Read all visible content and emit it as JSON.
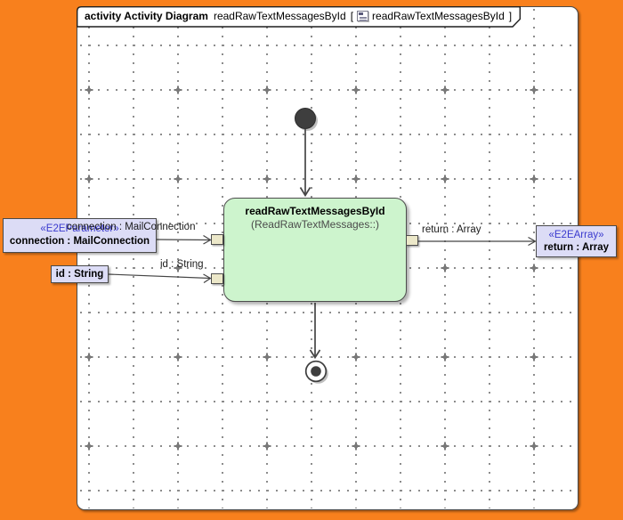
{
  "frame_tab": {
    "kind": "activity Activity Diagram",
    "name": "readRawTextMessagesById",
    "bracket_open": "[",
    "icon": "activity-diagram-icon",
    "ref": "readRawTextMessagesById",
    "bracket_close": "]"
  },
  "nodes": {
    "activity": {
      "title": "readRawTextMessagesById",
      "subtitle": "(ReadRawTextMessages::)"
    },
    "param_connection": {
      "stereotype": "«E2EParameter»",
      "name": "connection : MailConnection"
    },
    "param_id": {
      "name": "id : String"
    },
    "result": {
      "stereotype": "«E2EArray»",
      "name": "return : Array"
    }
  },
  "edge_labels": {
    "connection": "connection : MailConnection",
    "id": "id : String",
    "return": "return : Array"
  },
  "colors": {
    "background_orange": "#f8801d",
    "canvas_white": "#ffffff",
    "activity_fill": "#cdf4cd",
    "object_fill": "#dcdcf6",
    "pin_fill": "#ece8c9",
    "stereotype_blue": "#3a3ace",
    "line_gray": "#4a4a4a",
    "grid_gray": "#8c8c8c"
  }
}
